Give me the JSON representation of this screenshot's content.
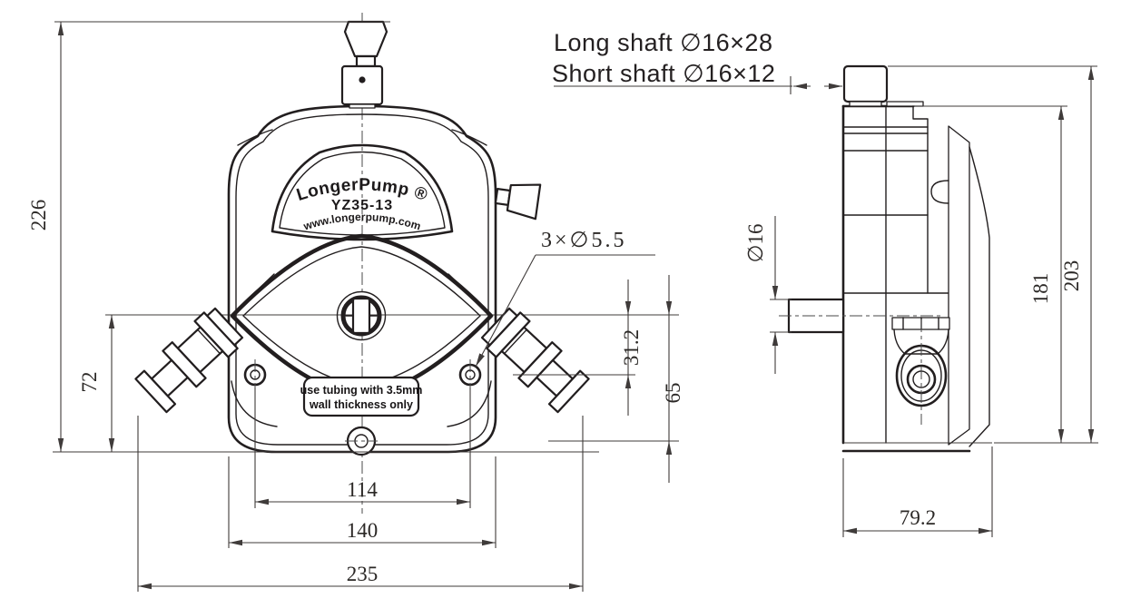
{
  "drawing": {
    "shaft_note": {
      "line1": "Long shaft  ∅16×28",
      "line2": "Short shaft ∅16×12"
    },
    "front_view": {
      "brand": "LongerPump ®",
      "model": "YZ35-13",
      "website": "www.longerpump.com",
      "tubing_note": {
        "line1": "use tubing with 3.5mm",
        "line2": "wall thickness only"
      },
      "dims": {
        "overall_height": "226",
        "center_to_base": "72",
        "mount_hole_spacing": "114",
        "body_width": "140",
        "overall_width": "235",
        "mount_hole_callout": "3×∅5.5",
        "center_to_hole": "31.2",
        "center_to_bottom": "65"
      }
    },
    "side_view": {
      "dims": {
        "shaft_diameter": "∅16",
        "body_height": "181",
        "overall_height": "203",
        "body_depth": "79.2"
      }
    },
    "colors": {
      "line": "#221e1f",
      "dimension": "#3f3b3a",
      "background": "#ffffff"
    }
  }
}
